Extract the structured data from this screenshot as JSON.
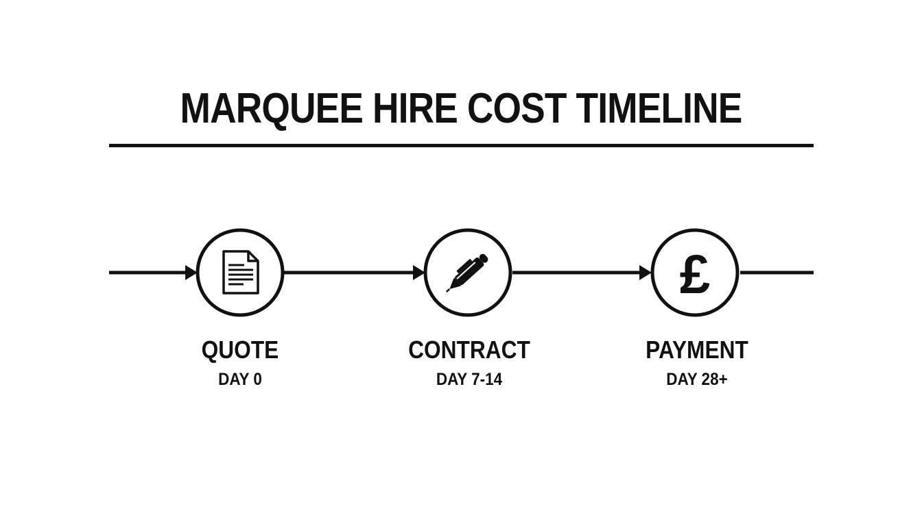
{
  "title": "MARQUEE HIRE COST TIMELINE",
  "colors": {
    "ink": "#111111",
    "background": "#ffffff"
  },
  "steps": [
    {
      "name": "QUOTE",
      "day": "DAY 0",
      "icon": "document-icon"
    },
    {
      "name": "CONTRACT",
      "day": "DAY 7-14",
      "icon": "pen-icon"
    },
    {
      "name": "PAYMENT",
      "day": "DAY 28+",
      "icon": "pound-icon",
      "symbol": "£"
    }
  ]
}
